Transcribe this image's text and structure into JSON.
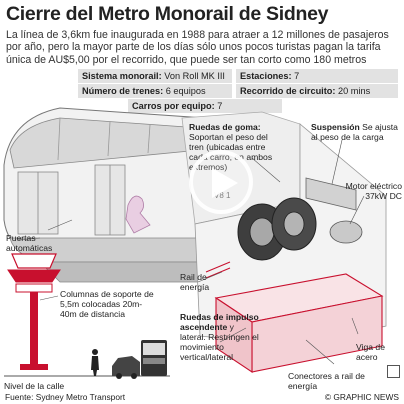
{
  "header": {
    "title": "Cierre del Metro Monorail de Sidney",
    "intro": "La línea de 3,6km fue inaugurada en 1988 para atraer a 12 millones de pasajeros por año, pero la mayor parte de los días sólo unos pocos turistas pagan la tarifa única de AU$5,00 por el recorrido, que puede ser tan corto como 180 metros"
  },
  "specs": [
    {
      "label": "Sistema monorail:",
      "value": " Von Roll MK III"
    },
    {
      "label": "Estaciones:",
      "value": " 7"
    },
    {
      "label": "Número de trenes:",
      "value": " 6 equipos"
    },
    {
      "label": "Recorrido de circuito:",
      "value": " 20 mins"
    },
    {
      "label": "Carros por equipo:",
      "value": " 7"
    }
  ],
  "labels": {
    "puertas": "Puertas automáticas",
    "columnas": "Columnas de soporte de 5,5m colocadas 20m-40m de distancia",
    "nivel": "Nivel de la calle",
    "ruedas_goma_title": "Ruedas de goma:",
    "ruedas_goma_text": " Soportan el peso del tren (ubicadas entre cada carro, en ambos extremos)",
    "suspension_title": "Suspensión",
    "suspension_text": " Se ajusta al peso de la carga",
    "motor": "Motor eléctrico 37kW DC",
    "rail": "Rail de energía",
    "ruedas_impulso_title": "Ruedas de impulso ascendente",
    "ruedas_impulso_text": " y lateral. Restringen el movimiento vertical/lateral",
    "viga": "Viga de acero",
    "conectores": "Conectores a rail de energía",
    "car_number": "V8 1"
  },
  "footer": {
    "source": "Fuente: Sydney Metro Transport",
    "brand": "© GRAPHIC NEWS"
  },
  "colors": {
    "accent": "#c8102e",
    "spec_bg": "#e2e2e2"
  },
  "icons": [
    "play-icon",
    "fullscreen-icon"
  ]
}
